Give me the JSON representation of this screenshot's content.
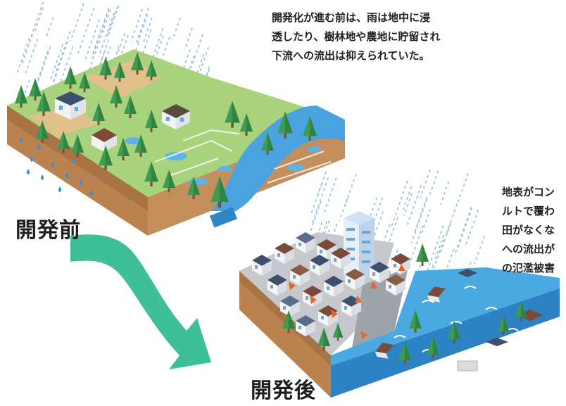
{
  "caption_before": [
    "開発化が進む前は、雨は地中に浸",
    "透したり、樹林地や農地に貯留され",
    "下流への流出は抑えられていた。"
  ],
  "caption_after": [
    "地表がコン",
    "ルトで覆わ",
    "田がなくな",
    "への流出が",
    "の氾濫被害"
  ],
  "label_before": "開発前",
  "label_after": "開発後",
  "colors": {
    "rain": "#8cb6e0",
    "grass": "#a9d27c",
    "soil_top": "#d9a46b",
    "soil_side": "#b9824f",
    "river": "#4aa3df",
    "flood_water": "#4ba9e2",
    "arrow": "#3fbf97",
    "tree": "#3e9b4f",
    "concrete": "#c5c8cc"
  },
  "icons": [
    "raindrop-icon",
    "tree-icon",
    "house-icon",
    "building-icon",
    "flow-arrow-icon"
  ]
}
